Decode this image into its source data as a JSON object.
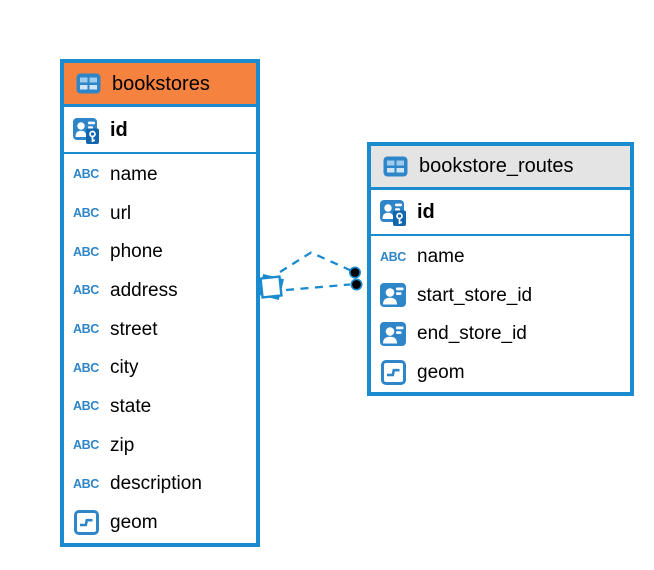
{
  "diagram": {
    "colors": {
      "accent_blue": "#1b8bd0",
      "icon_blue": "#2e86c8",
      "icon_dark_blue": "#1266ad",
      "icon_cell_light": "#9fcbec",
      "icon_cell_lighter": "#cfe4f4",
      "bookstores_header_bg": "#f6823f",
      "routes_header_bg": "#e4e4e4",
      "connector_dot": "#000000"
    },
    "icons": {
      "text_type_label": "ABC"
    },
    "tables": [
      {
        "name": "bookstores",
        "header_icon": "table-icon",
        "header_bg": "#f6823f",
        "primary_key": {
          "name": "id",
          "icon": "primary-key-icon"
        },
        "columns": [
          {
            "name": "name",
            "icon": "text-type-icon"
          },
          {
            "name": "url",
            "icon": "text-type-icon"
          },
          {
            "name": "phone",
            "icon": "text-type-icon"
          },
          {
            "name": "address",
            "icon": "text-type-icon"
          },
          {
            "name": "street",
            "icon": "text-type-icon"
          },
          {
            "name": "city",
            "icon": "text-type-icon"
          },
          {
            "name": "state",
            "icon": "text-type-icon"
          },
          {
            "name": "zip",
            "icon": "text-type-icon"
          },
          {
            "name": "description",
            "icon": "text-type-icon"
          },
          {
            "name": "geom",
            "icon": "geometry-type-icon"
          }
        ]
      },
      {
        "name": "bookstore_routes",
        "header_icon": "table-icon",
        "header_bg": "#e4e4e4",
        "primary_key": {
          "name": "id",
          "icon": "primary-key-icon"
        },
        "columns": [
          {
            "name": "name",
            "icon": "text-type-icon"
          },
          {
            "name": "start_store_id",
            "icon": "reference-type-icon"
          },
          {
            "name": "end_store_id",
            "icon": "reference-type-icon"
          },
          {
            "name": "geom",
            "icon": "geometry-type-icon"
          }
        ]
      }
    ],
    "relationship": {
      "from_table": "bookstores",
      "to_table": "bookstore_routes",
      "line_style": "dashed",
      "from_marker": "diamond",
      "to_marker": "dots"
    }
  }
}
